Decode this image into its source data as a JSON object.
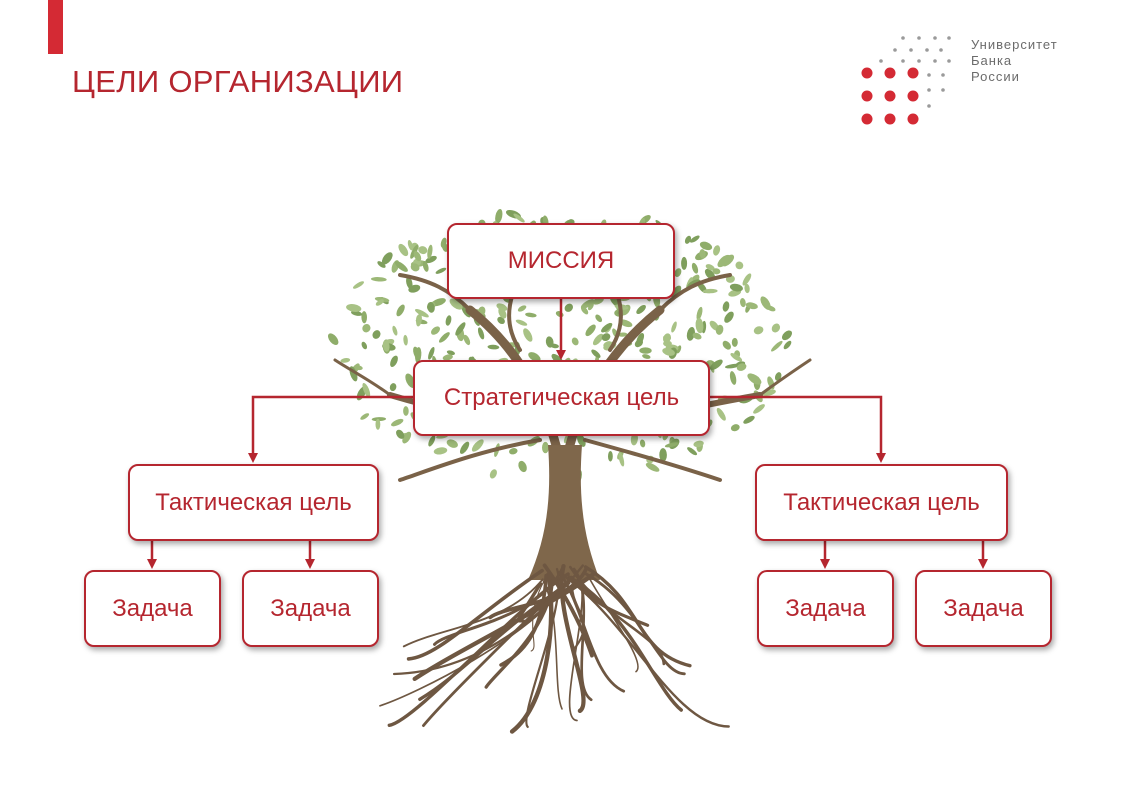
{
  "header": {
    "title": "ЦЕЛИ ОРГАНИЗАЦИИ"
  },
  "logo": {
    "line1": "Университет",
    "line2": "Банка",
    "line3": "России"
  },
  "diagram": {
    "mission": "МИССИЯ",
    "strategic_goal": "Стратегическая цель",
    "tactical_goals": [
      "Тактическая цель",
      "Тактическая цель"
    ],
    "tasks": [
      "Задача",
      "Задача",
      "Задача",
      "Задача"
    ]
  },
  "colors": {
    "accent": "#b5262f",
    "bar": "#d42a34",
    "leaf": "#8fad6a",
    "trunk": "#7a6248"
  }
}
